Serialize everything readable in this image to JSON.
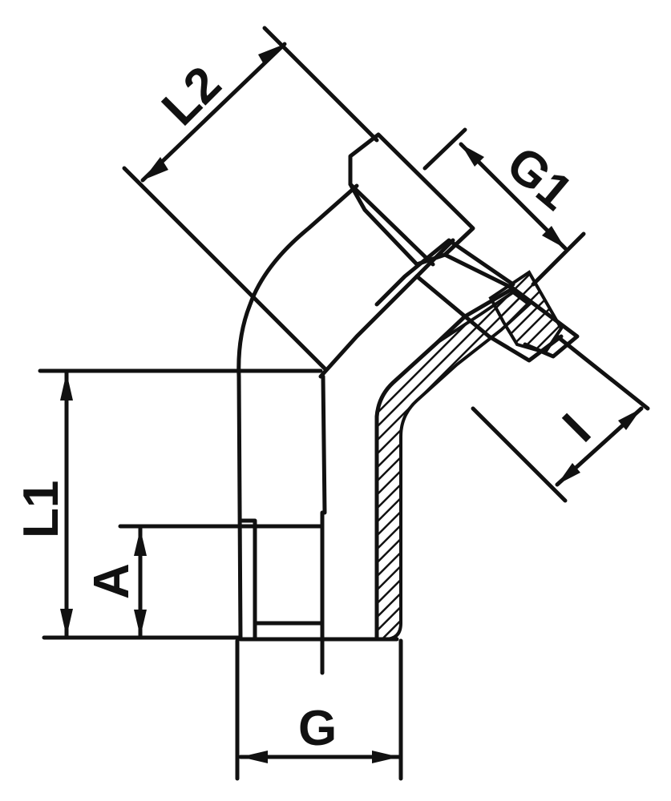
{
  "labels": {
    "l1": "L1",
    "l2": "L2",
    "a": "A",
    "g": "G",
    "g1": "G1",
    "i": "I"
  },
  "colors": {
    "ink": "#111111",
    "paper": "#ffffff"
  }
}
